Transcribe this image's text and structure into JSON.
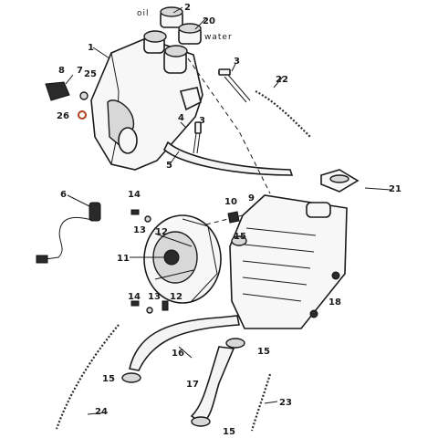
{
  "diagram": {
    "words": {
      "oil": "oil",
      "water": "water"
    },
    "callouts": [
      "1",
      "2",
      "3",
      "3",
      "4",
      "5",
      "6",
      "7",
      "8",
      "9",
      "10",
      "11",
      "12",
      "12",
      "13",
      "13",
      "14",
      "14",
      "15",
      "15",
      "15",
      "15",
      "16",
      "17",
      "18",
      "20",
      "21",
      "22",
      "23",
      "24",
      "25",
      "26"
    ]
  }
}
